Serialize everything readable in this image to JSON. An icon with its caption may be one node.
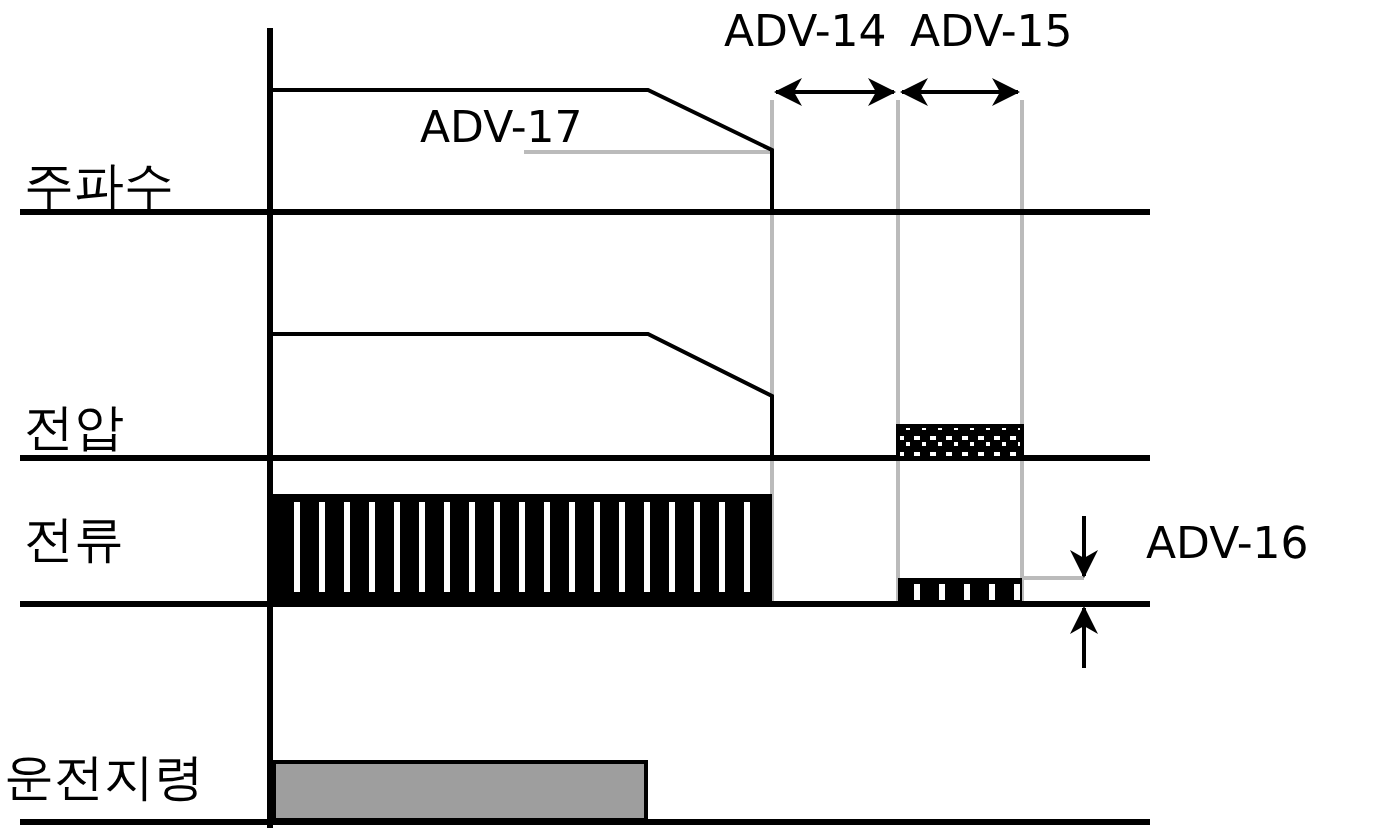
{
  "diagram": {
    "labels": [
      "ADV-14",
      "ADV-15",
      "ADV-17",
      "주파수",
      "전압",
      "전류",
      "ADV-16",
      "운전지령"
    ]
  }
}
